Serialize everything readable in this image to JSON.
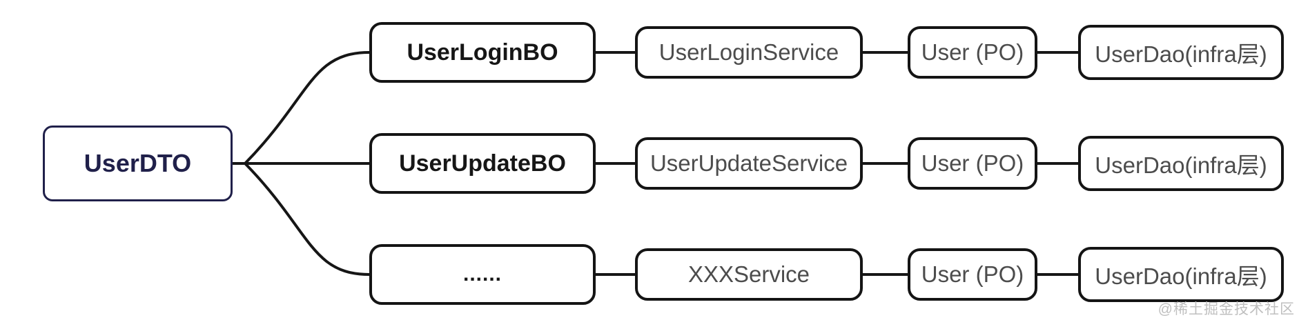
{
  "diagram": {
    "root": {
      "label": "UserDTO"
    },
    "rows": [
      {
        "bo": "UserLoginBO",
        "service": "UserLoginService",
        "po": "User (PO)",
        "dao": "UserDao(infra层)"
      },
      {
        "bo": "UserUpdateBO",
        "service": "UserUpdateService",
        "po": "User (PO)",
        "dao": "UserDao(infra层)"
      },
      {
        "bo": "......",
        "service": "XXXService",
        "po": "User (PO)",
        "dao": "UserDao(infra层)"
      }
    ],
    "edges": [
      "UserDTO → UserLoginBO → UserLoginService → User (PO) → UserDao(infra层)",
      "UserDTO → UserUpdateBO → UserUpdateService → User (PO) → UserDao(infra层)",
      "UserDTO → ...... → XXXService → User (PO) → UserDao(infra层)"
    ],
    "watermark": "@稀土掘金技术社区",
    "colors": {
      "background": "#ffffff",
      "root_border": "#20204a",
      "root_text": "#20204a",
      "node_border": "#141414",
      "bo_text": "#161616",
      "node_text": "#4c4c4c",
      "connector": "#161616",
      "watermark": "#bfbfbf"
    }
  }
}
